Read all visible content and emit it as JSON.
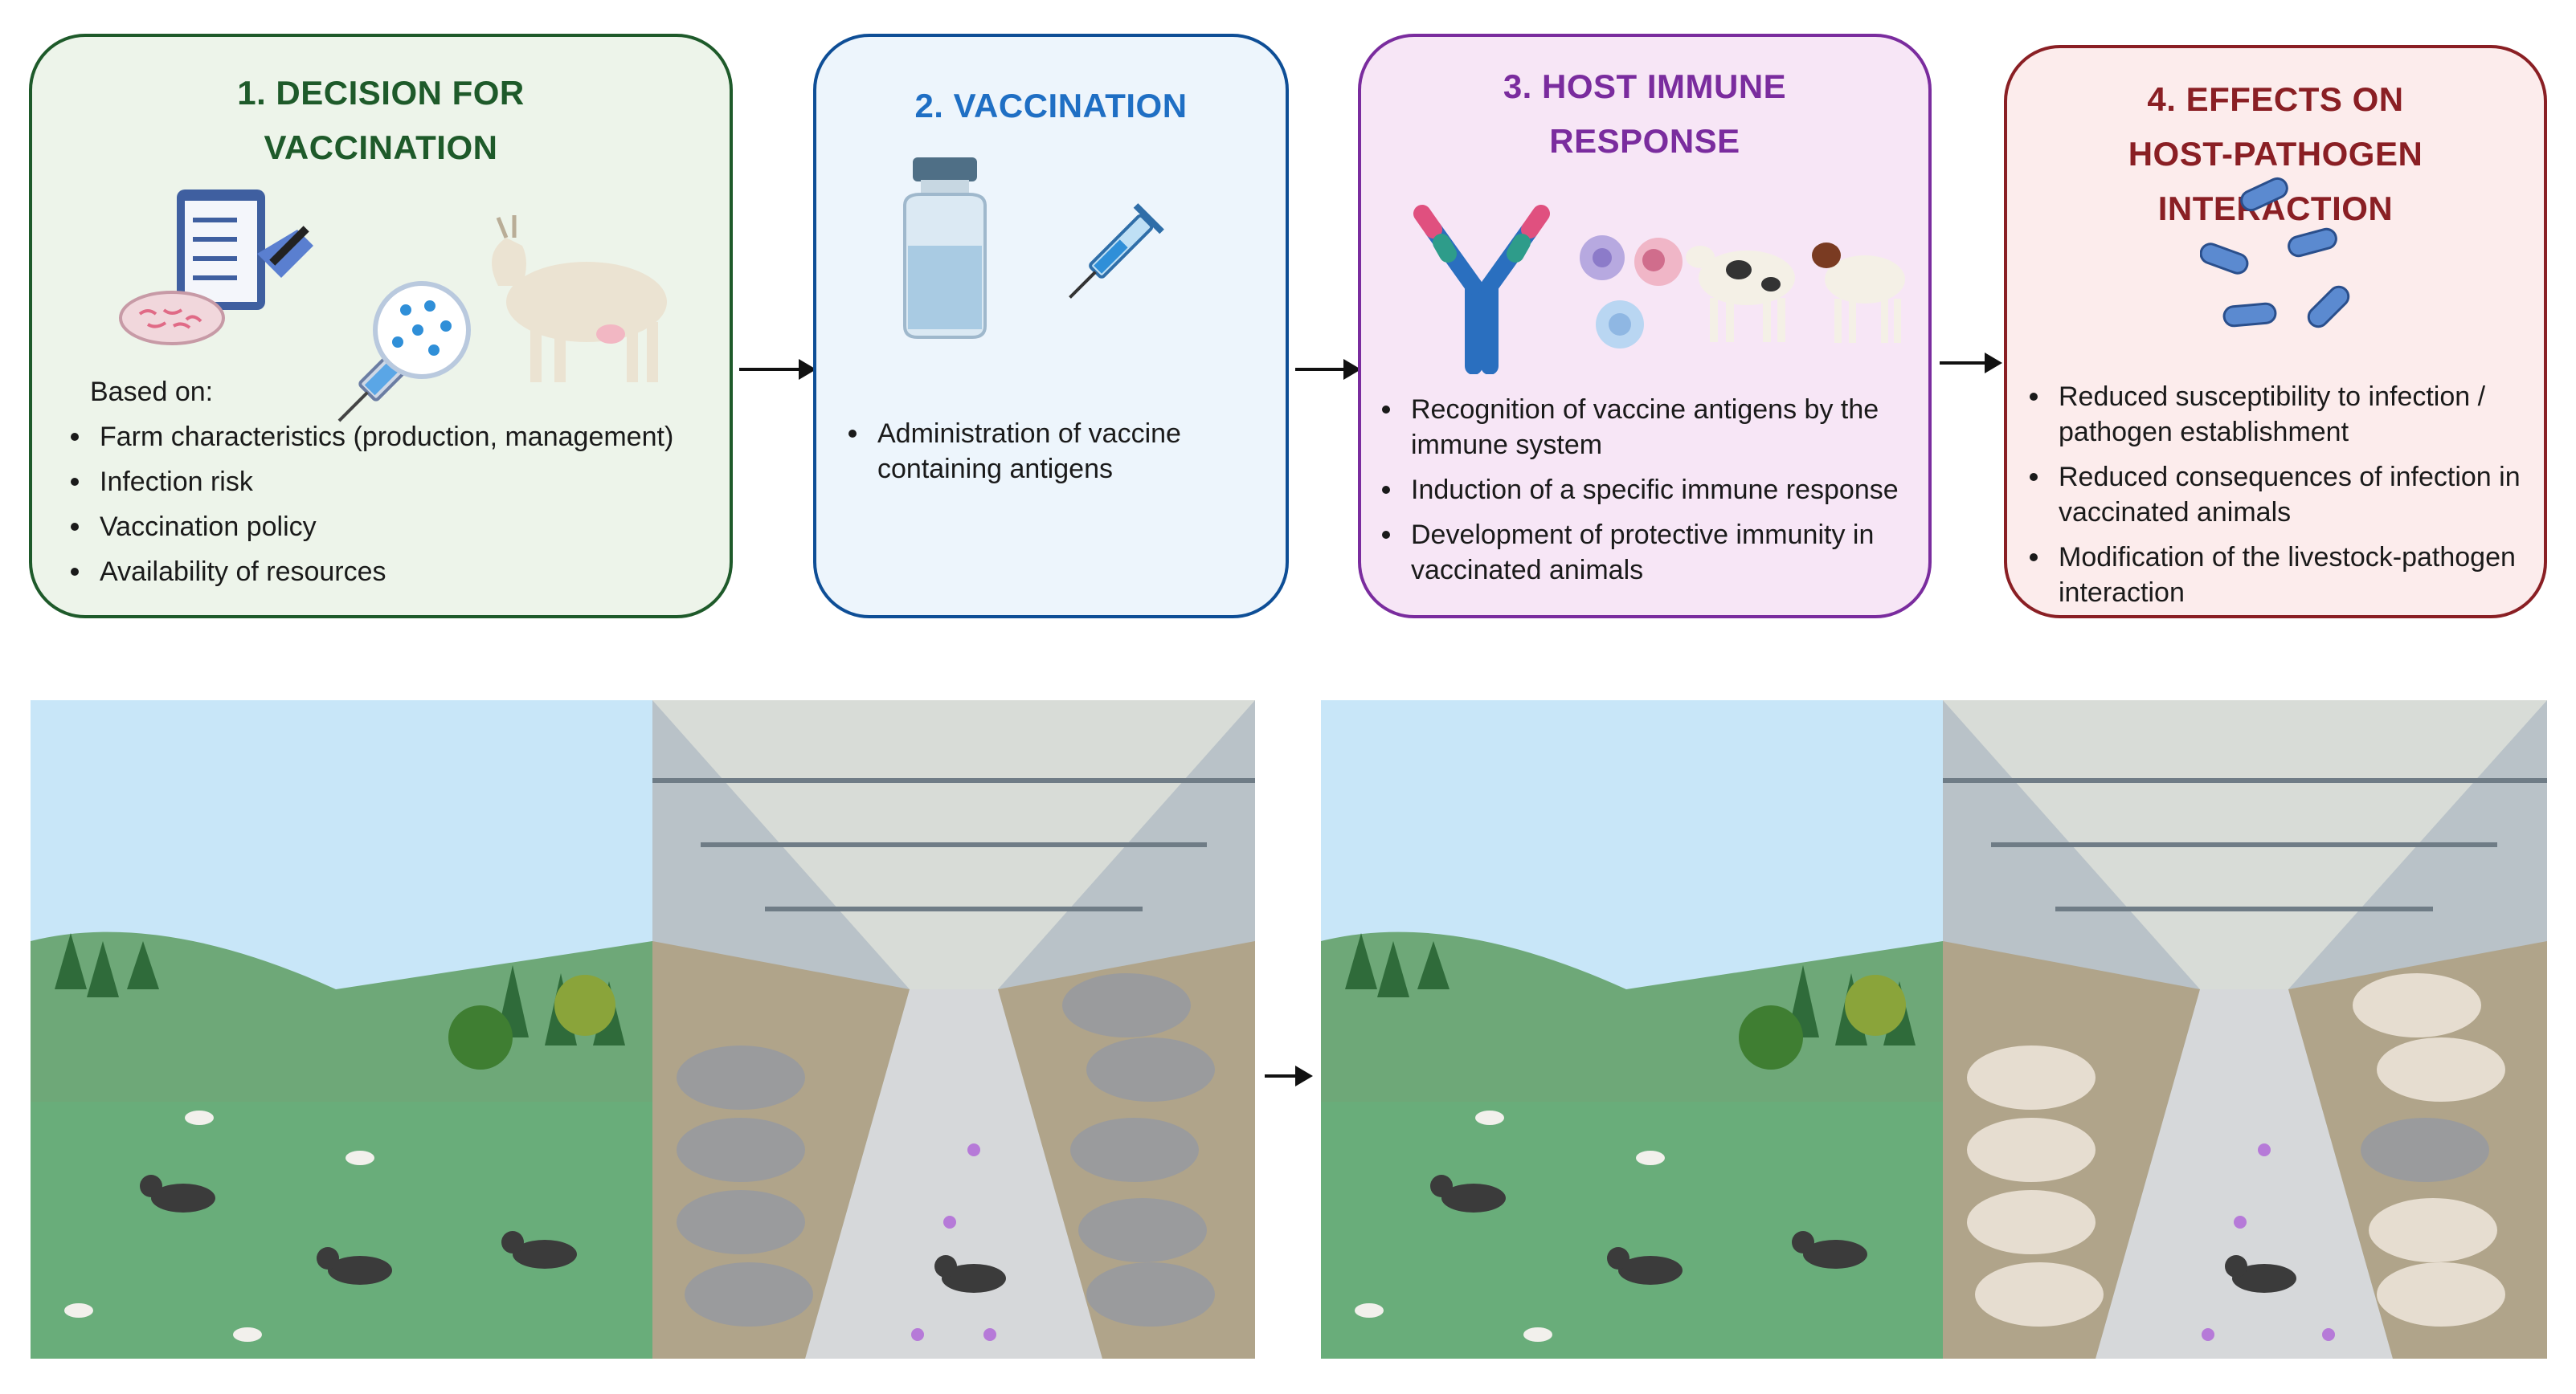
{
  "boxes": [
    {
      "title_line1": "1. DECISION FOR",
      "title_line2": "VACCINATION",
      "intro": "Based on:",
      "bullets": [
        "Farm characteristics (production, management)",
        "Infection risk",
        "Vaccination policy",
        "Availability of resources"
      ],
      "color": "#1e5a2a",
      "bg": "#edf4ea"
    },
    {
      "title_line1": "2. VACCINATION",
      "bullets": [
        "Administration of vaccine containing antigens"
      ],
      "color": "#0e4e96",
      "bg": "#edf5fc"
    },
    {
      "title_line1": "3. HOST IMMUNE",
      "title_line2": "RESPONSE",
      "bullets": [
        "Recognition of vaccine antigens by the immune system",
        "Induction of a specific immune response",
        "Development of protective immunity in vaccinated animals"
      ],
      "color": "#7a2c9e",
      "bg": "#f7e6f6"
    },
    {
      "title_line1": "4. EFFECTS  ON",
      "title_line2": "HOST-PATHOGEN INTERACTION",
      "bullets": [
        "Reduced susceptibility to infection / pathogen establishment",
        "Reduced consequences of infection in vaccinated animals",
        "Modification of the livestock-pathogen interaction"
      ],
      "color": "#8a1f24",
      "bg": "#fcecec"
    }
  ],
  "colors": {
    "sky": "#bfe3f7",
    "grass": "#69ad7a",
    "barn_floor": "#d6d8da",
    "unvaccinated_sheep": "#9a9b9d",
    "vaccinated_sheep": "#e6ddd0",
    "pathogen": "#b67ad8"
  },
  "icons": [
    "checklist-icon",
    "petri-dish-icon",
    "syringe-icon",
    "antigen-lens-icon",
    "goat-icon",
    "vaccine-vial-icon",
    "antibody-icon",
    "immune-cell-icon",
    "calf-icon",
    "bacteria-icon",
    "cat-icon",
    "mouse-icon",
    "sheep-icon",
    "tree-icon"
  ]
}
